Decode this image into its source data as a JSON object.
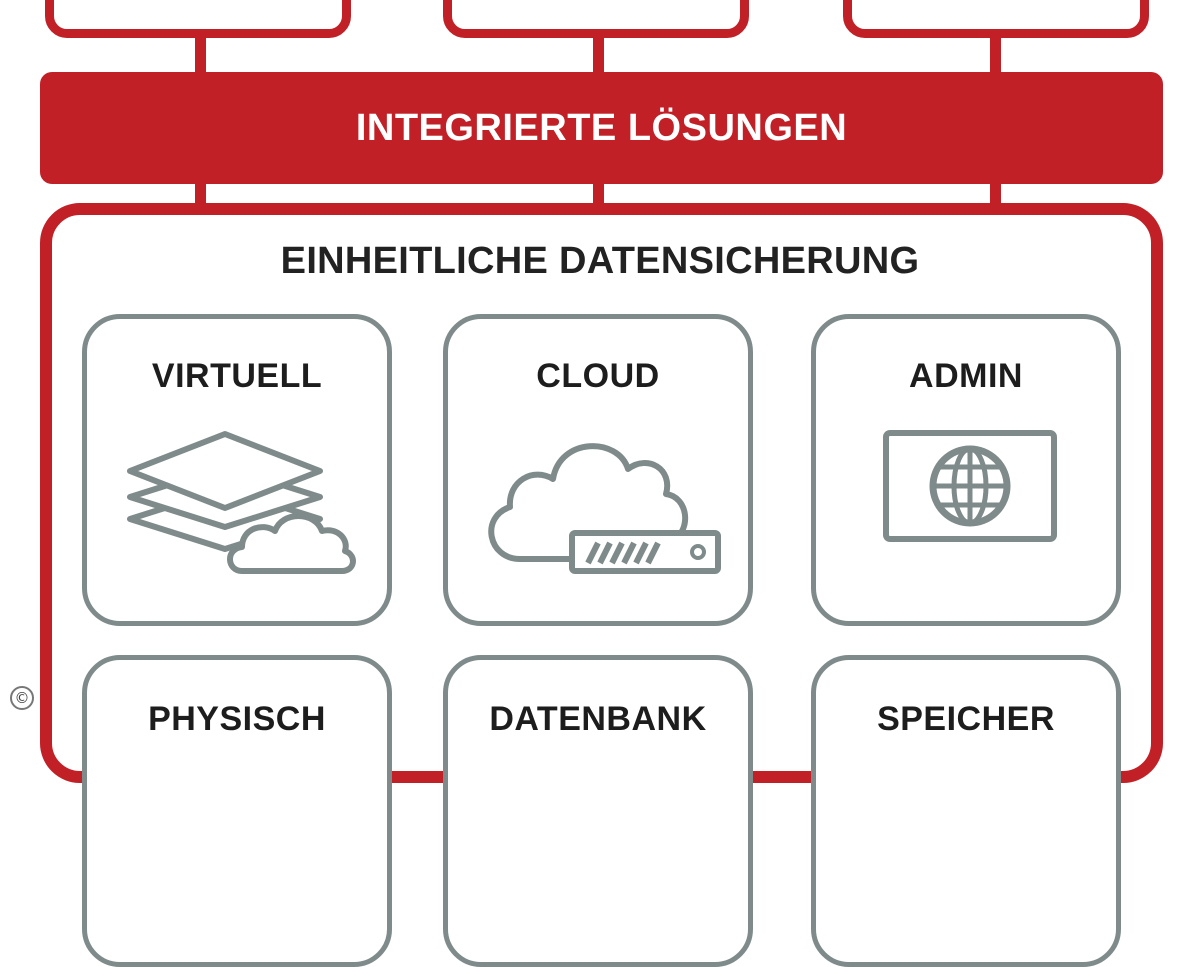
{
  "banner": {
    "title": "INTEGRIERTE LÖSUNGEN"
  },
  "panel": {
    "title": "EINHEITLICHE DATENSICHERUNG"
  },
  "tiles": [
    {
      "label": "VIRTUELL",
      "icon": "layers-cloud-icon"
    },
    {
      "label": "CLOUD",
      "icon": "cloud-server-icon"
    },
    {
      "label": "ADMIN",
      "icon": "globe-monitor-icon"
    },
    {
      "label": "PHYSISCH",
      "icon": ""
    },
    {
      "label": "DATENBANK",
      "icon": ""
    },
    {
      "label": "SPEICHER",
      "icon": ""
    }
  ],
  "copyright_symbol": "©",
  "colors": {
    "accent": "#c02026",
    "tile_border": "#7f8b8b",
    "text": "#222222"
  }
}
